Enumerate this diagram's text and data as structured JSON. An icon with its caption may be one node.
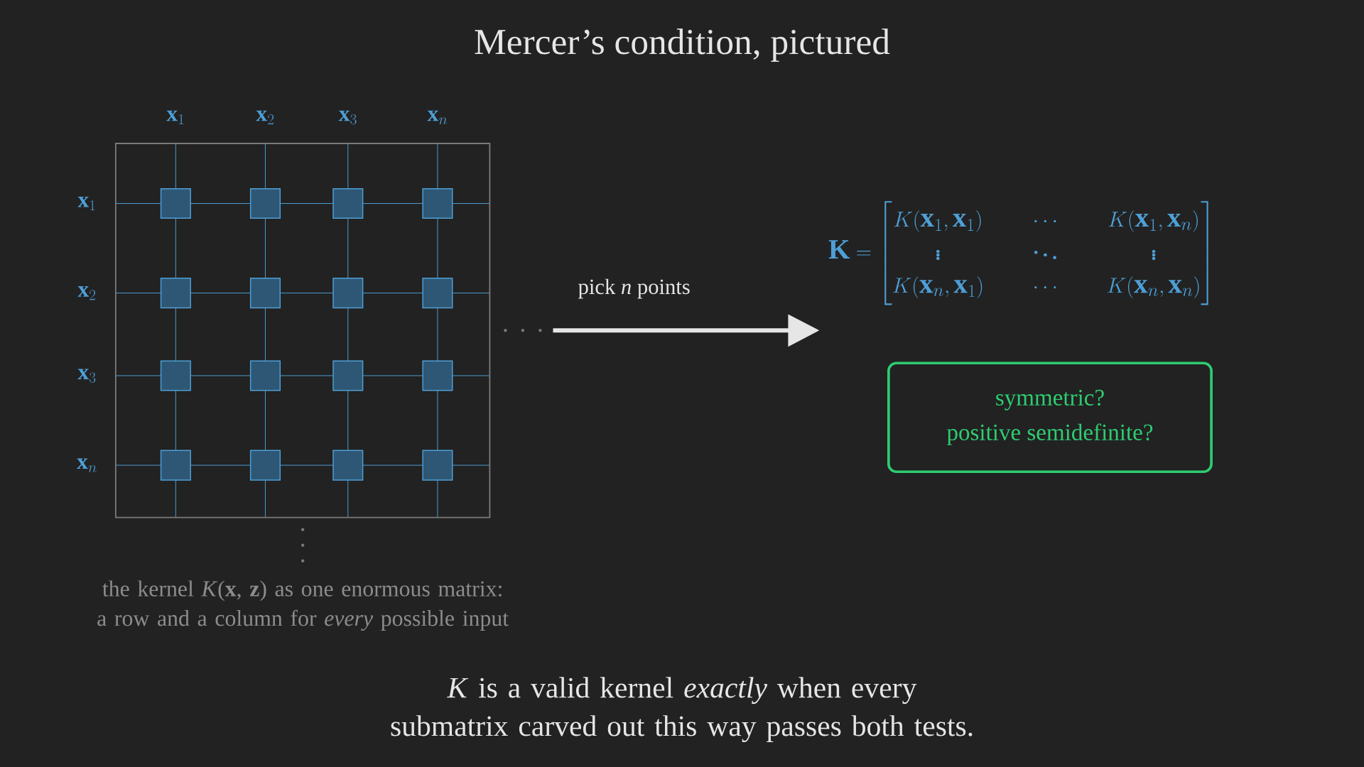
{
  "diagram": {
    "title": "Mercer’s condition, pictured",
    "caption": "*K* is a valid kernel *exactly* when every submatrix carved out this way passes both tests.",
    "nodes": [
      {
        "text": [],
        "shape": "box",
        "beside": [
          "the kernel *K*(**x**, **z**) as one enormous matrix: a row and a column for *every* possible input"
        ]
      },
      {
        "text": [
          "\\mathbf{K} = \\begin{bmatrix} K(\\mathbf{x}_1,\\mathbf{x}_1) & \\quad\\cdots\\quad & K(\\mathbf{x}_1,\\mathbf{x}_n) \\\\ \\vdots & \\ddots & \\vdots \\\\ K(\\mathbf{x}_n,\\mathbf{x}_1) & \\quad\\cdots\\quad & K(\\mathbf{x}_n,\\mathbf{x}_n) \\end{bmatrix}"
        ]
      },
      {
        "text": [
          "symmetric?",
          "positive semidefinite?"
        ]
      }
    ],
    "edges": [
      {
        "from": 0,
        "to": 1,
        "arrow": "to",
        "label": "pick *n* points"
      }
    ],
    "labels": [
      "\\mathbf{x}_1",
      "\\mathbf{x}_2",
      "\\mathbf{x}_3",
      "\\mathbf{x}_n",
      "\\mathbf{x}_1",
      "\\mathbf{x}_2",
      "\\mathbf{x}_3",
      "\\mathbf{x}_n"
    ]
  }
}
